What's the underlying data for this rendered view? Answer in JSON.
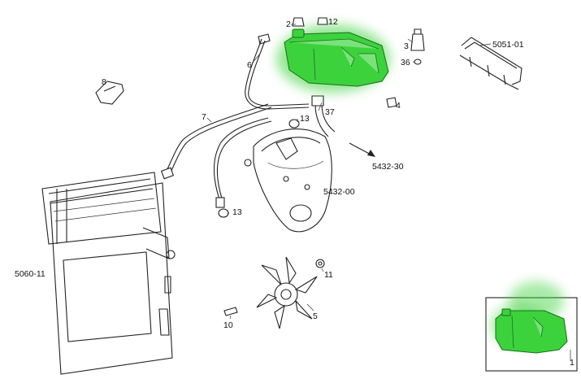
{
  "callouts": {
    "l2": "2",
    "l12": "12",
    "l3": "3",
    "l36": "36",
    "l5051": "5051-01",
    "l6": "6",
    "l8": "8",
    "l4": "4",
    "l37": "37",
    "l7": "7",
    "l13a": "13",
    "l13b": "13",
    "l5432_30": "5432-30",
    "l5432_00": "5432-00",
    "l5060": "5060-11",
    "l11": "11",
    "l5": "5",
    "l10": "10",
    "l1": "1"
  },
  "colors": {
    "highlight": "#3cd23c",
    "line": "#222222",
    "background": "#ffffff"
  }
}
